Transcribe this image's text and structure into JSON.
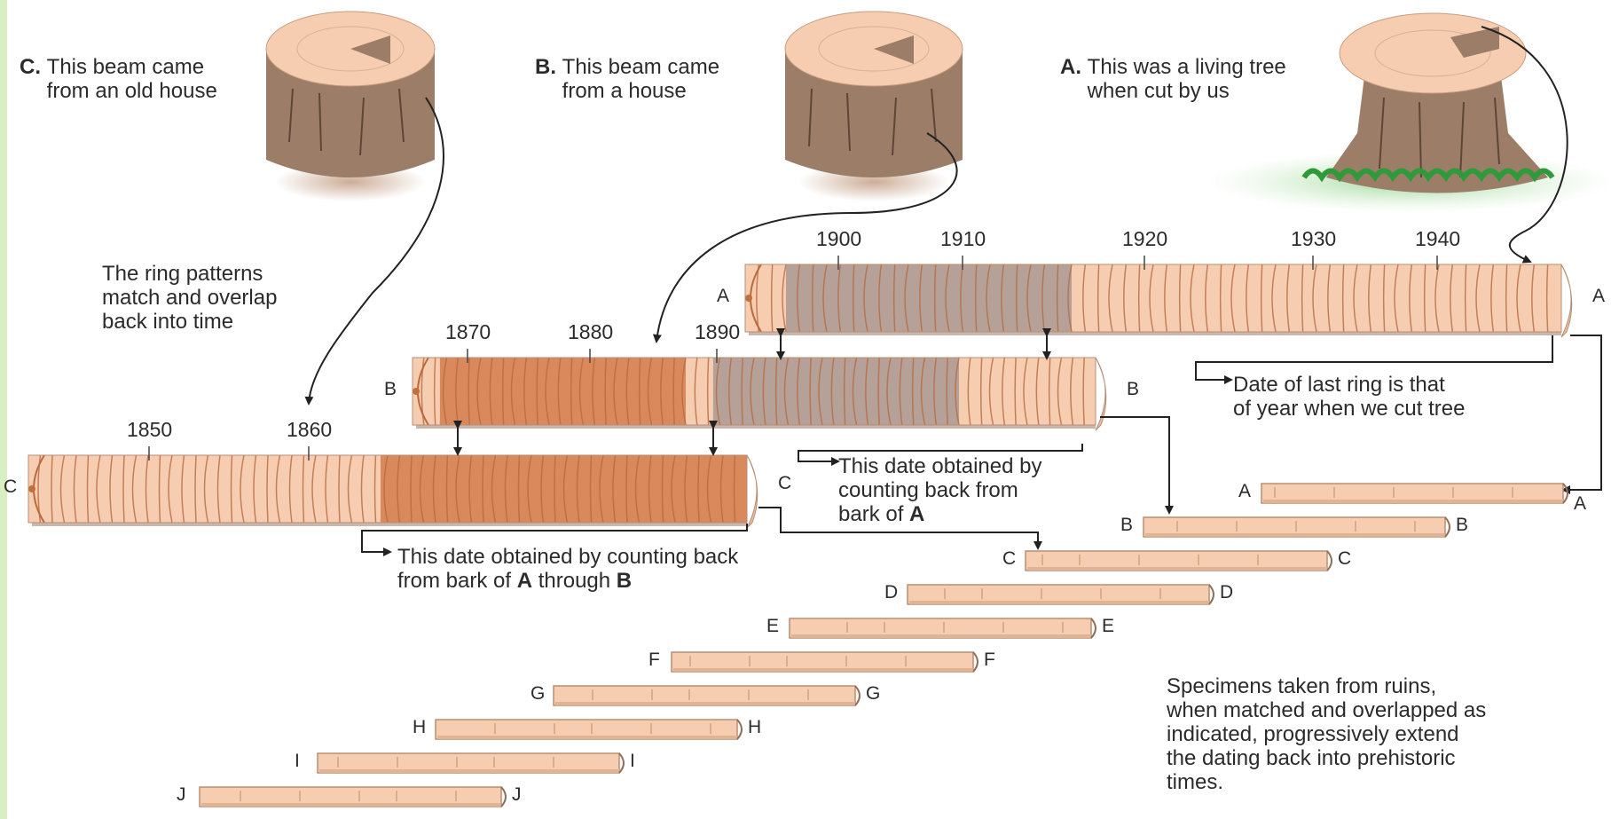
{
  "stumps": {
    "c": {
      "letter": "C.",
      "caption": "This beam came\nfrom an old house"
    },
    "b": {
      "letter": "B.",
      "caption": "This beam came\nfrom a house"
    },
    "a": {
      "letter": "A.",
      "caption": "This was a living tree\nwhen cut by us"
    }
  },
  "notes": {
    "ring_patterns": "The ring patterns\nmatch and overlap\nback into time",
    "last_ring": "Date of last ring is that\nof year when we cut tree",
    "date_from_a_1": "This date obtained by\ncounting back from\nbark of ",
    "date_from_a_2": "A",
    "date_from_ab_1": "This date obtained by counting back\nfrom bark of ",
    "date_from_ab_2": "A",
    "date_from_ab_3": " through ",
    "date_from_ab_4": "B",
    "specimens": "Specimens taken from ruins,\nwhen matched and overlapped as\nindicated, progressively extend\nthe dating back into prehistoric\ntimes."
  },
  "beam_a": {
    "left": "A",
    "right": "A",
    "years": [
      "1900",
      "1910",
      "1920",
      "1930",
      "1940"
    ]
  },
  "beam_b": {
    "left": "B",
    "right": "B",
    "years": [
      "1870",
      "1880",
      "1890"
    ]
  },
  "beam_c": {
    "left": "C",
    "right": "C",
    "years": [
      "1850",
      "1860"
    ]
  },
  "specimens": [
    {
      "left": "A",
      "right": "A"
    },
    {
      "left": "B",
      "right": "B"
    },
    {
      "left": "C",
      "right": "C"
    },
    {
      "left": "D",
      "right": "D"
    },
    {
      "left": "E",
      "right": "E"
    },
    {
      "left": "F",
      "right": "F"
    },
    {
      "left": "G",
      "right": "G"
    },
    {
      "left": "H",
      "right": "H"
    },
    {
      "left": "I",
      "right": "I"
    },
    {
      "left": "J",
      "right": "J"
    }
  ],
  "colors": {
    "wood_light": "#f6cdb1",
    "wood_dark": "#d9895c",
    "wood_gray": "#b5a198",
    "ring": "#b86a40",
    "bark": "#8f6f59",
    "grass": "#2f9a3a"
  }
}
